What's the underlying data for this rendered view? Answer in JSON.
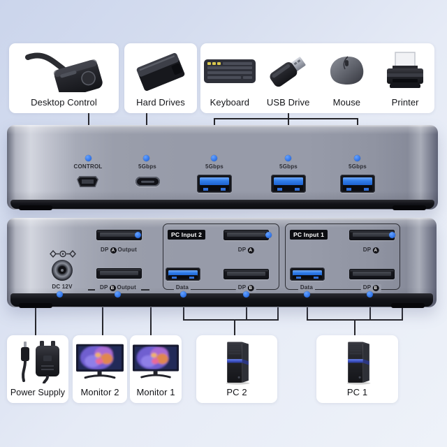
{
  "top_cards": {
    "desktop_control": {
      "label": "Desktop Control"
    },
    "hard_drives": {
      "label": "Hard Drives"
    },
    "peripherals": {
      "items": [
        {
          "label": "Keyboard"
        },
        {
          "label": "USB Drive"
        },
        {
          "label": "Mouse"
        },
        {
          "label": "Printer"
        }
      ]
    }
  },
  "front_panel": {
    "ports": [
      {
        "label": "CONTROL",
        "type": "mini-usb"
      },
      {
        "label": "5Gbps",
        "type": "usb-c"
      },
      {
        "label": "5Gbps",
        "type": "usb-a"
      },
      {
        "label": "5Gbps",
        "type": "usb-a"
      },
      {
        "label": "5Gbps",
        "type": "usb-a"
      }
    ]
  },
  "back_panel": {
    "dc_label": "DC 12V",
    "dp_a_output": {
      "prefix": "DP",
      "letter": "A",
      "suffix": "Output"
    },
    "dp_b_output": {
      "prefix": "DP",
      "letter": "B",
      "suffix": "Output"
    },
    "pc_groups": [
      {
        "badge": "PC Input 2",
        "dp_a": {
          "prefix": "DP",
          "letter": "A"
        },
        "data_label": "Data",
        "dp_b": {
          "prefix": "DP",
          "letter": "B"
        }
      },
      {
        "badge": "PC Input 1",
        "dp_a": {
          "prefix": "DP",
          "letter": "A"
        },
        "data_label": "Data",
        "dp_b": {
          "prefix": "DP",
          "letter": "B"
        }
      }
    ]
  },
  "bottom_cards": {
    "power_supply": {
      "label": "Power Supply"
    },
    "monitor_2": {
      "label": "Monitor 2"
    },
    "monitor_1": {
      "label": "Monitor 1"
    },
    "pc_2": {
      "label": "PC 2"
    },
    "pc_1": {
      "label": "PC 1"
    }
  },
  "colors": {
    "accent_blue": "#2e7bf0",
    "usb_port_blue": "#3280ee",
    "connector_line": "#26262b",
    "device_metal": "#979ba9",
    "card_bg": "#ffffff",
    "background_start": "#cbd5ec",
    "background_end": "#eef2f9"
  }
}
